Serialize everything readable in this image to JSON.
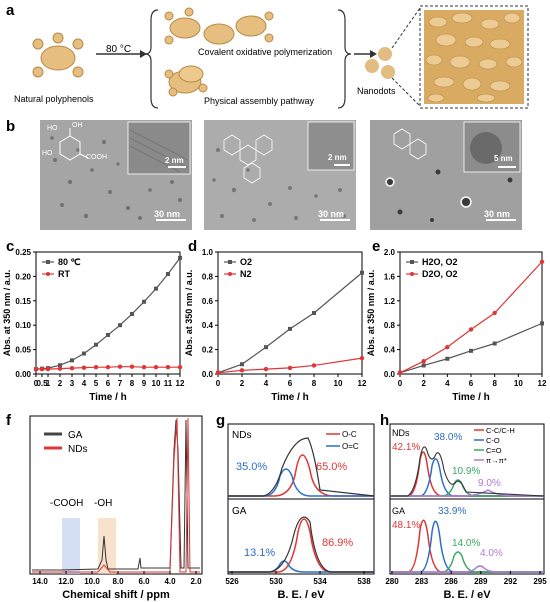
{
  "panel_a": {
    "letter": "a",
    "temp": "80 °C",
    "source_label": "Natural polyphenols",
    "path1": "Covalent oxidative polymerization",
    "path2": "Physical assembly pathway",
    "product": "Nanodots"
  },
  "panel_b": {
    "letter": "b",
    "images": [
      {
        "inset_scale": "2 nm",
        "main_scale": "30 nm",
        "mol_labels": [
          "HO",
          "OH",
          "HO",
          "COOH"
        ]
      },
      {
        "inset_scale": "2 nm",
        "main_scale": "30 nm"
      },
      {
        "inset_scale": "5 nm",
        "main_scale": "30 nm"
      }
    ]
  },
  "chart_data": [
    {
      "id": "c",
      "type": "line",
      "xlabel": "Time / h",
      "ylabel": "Abs. at 350 nm / a.u.",
      "xticks": [
        "0",
        "0.5",
        "1",
        "2",
        "3",
        "4",
        "5",
        "6",
        "7",
        "8",
        "9",
        "10",
        "11",
        "12"
      ],
      "ylim": [
        0.0,
        0.25
      ],
      "yticks": [
        "0.00",
        "0.05",
        "0.10",
        "0.15",
        "0.20",
        "0.25"
      ],
      "legend": "top-left",
      "series": [
        {
          "name": "80 ℃",
          "color": "#555555",
          "x": [
            0,
            0.5,
            1,
            2,
            3,
            4,
            5,
            6,
            7,
            8,
            9,
            10,
            11,
            12
          ],
          "y": [
            0.01,
            0.011,
            0.012,
            0.018,
            0.028,
            0.042,
            0.06,
            0.08,
            0.1,
            0.123,
            0.148,
            0.175,
            0.205,
            0.238
          ]
        },
        {
          "name": "RT",
          "color": "#e03535",
          "x": [
            0,
            0.5,
            1,
            2,
            3,
            4,
            5,
            6,
            7,
            8,
            9,
            10,
            11,
            12
          ],
          "y": [
            0.01,
            0.01,
            0.01,
            0.011,
            0.012,
            0.013,
            0.014,
            0.014,
            0.015,
            0.015,
            0.014,
            0.014,
            0.014,
            0.014
          ]
        }
      ]
    },
    {
      "id": "d",
      "type": "line",
      "xlabel": "Time / h",
      "ylabel": "Abs. at 350 nm / a.u.",
      "xticks": [
        "0",
        "2",
        "4",
        "6",
        "8",
        "10",
        "12"
      ],
      "ylim": [
        0.0,
        1.0
      ],
      "yticks": [
        "0.0",
        "0.2",
        "0.4",
        "0.6",
        "0.8",
        "1.0"
      ],
      "legend": "top-left",
      "series": [
        {
          "name": "O2",
          "color": "#555555",
          "x": [
            0,
            2,
            4,
            6,
            8,
            12
          ],
          "y": [
            0.01,
            0.08,
            0.22,
            0.37,
            0.5,
            0.83
          ]
        },
        {
          "name": "N2",
          "color": "#e03535",
          "x": [
            0,
            2,
            4,
            6,
            8,
            12
          ],
          "y": [
            0.01,
            0.03,
            0.04,
            0.05,
            0.07,
            0.13
          ]
        }
      ]
    },
    {
      "id": "e",
      "type": "line",
      "xlabel": "Time / h",
      "ylabel": "Abs. at 350 nm / a.u.",
      "xticks": [
        "0",
        "2",
        "4",
        "6",
        "8",
        "10",
        "12"
      ],
      "ylim": [
        0.0,
        2.0
      ],
      "yticks": [
        "0.0",
        "0.4",
        "0.8",
        "1.2",
        "1.6",
        "2.0"
      ],
      "legend": "top-left",
      "series": [
        {
          "name": "H2O, O2",
          "color": "#555555",
          "x": [
            0,
            2,
            4,
            6,
            8,
            12
          ],
          "y": [
            0.02,
            0.14,
            0.25,
            0.38,
            0.5,
            0.83
          ]
        },
        {
          "name": "D2O, O2",
          "color": "#e03535",
          "x": [
            0,
            2,
            4,
            6,
            8,
            12
          ],
          "y": [
            0.02,
            0.21,
            0.44,
            0.73,
            1.0,
            1.84
          ]
        }
      ]
    },
    {
      "id": "f",
      "type": "line",
      "xlabel": "Chemical shift / ppm",
      "xticks": [
        "14.0",
        "12.0",
        "10.0",
        "8.0",
        "6.0",
        "4.0",
        "2.0"
      ],
      "legend": "top-left",
      "legend_entries": [
        {
          "name": "GA",
          "color": "#444444"
        },
        {
          "name": "NDs",
          "color": "#e03535"
        }
      ],
      "annotations": [
        "-COOH",
        "-OH"
      ]
    },
    {
      "id": "g",
      "type": "area",
      "xlabel": "B. E. / eV",
      "xticks": [
        "526",
        "530",
        "534",
        "538"
      ],
      "legend": "top-right",
      "legend_entries": [
        {
          "name": "O-C",
          "color": "#e03535"
        },
        {
          "name": "O=C",
          "color": "#2c6ec9"
        }
      ],
      "sub_labels": [
        "NDs",
        "GA"
      ],
      "data_labels": {
        "NDs": [
          "35.0%",
          "65.0%"
        ],
        "GA": [
          "13.1%",
          "86.9%"
        ]
      }
    },
    {
      "id": "h",
      "type": "area",
      "xlabel": "B. E. / eV",
      "xticks": [
        "280",
        "283",
        "286",
        "289",
        "292",
        "295"
      ],
      "legend": "top-right",
      "legend_entries": [
        {
          "name": "C-C/C-H",
          "color": "#e03535"
        },
        {
          "name": "C-O",
          "color": "#2c6ec9"
        },
        {
          "name": "C=O",
          "color": "#3aa860"
        },
        {
          "name": "π→π*",
          "color": "#b07ad6"
        }
      ],
      "sub_labels": [
        "NDs",
        "GA"
      ],
      "data_labels": {
        "NDs": [
          "42.1%",
          "38.0%",
          "10.9%",
          "9.0%"
        ],
        "GA": [
          "48.1%",
          "33.9%",
          "14.0%",
          "4.0%"
        ]
      }
    }
  ]
}
